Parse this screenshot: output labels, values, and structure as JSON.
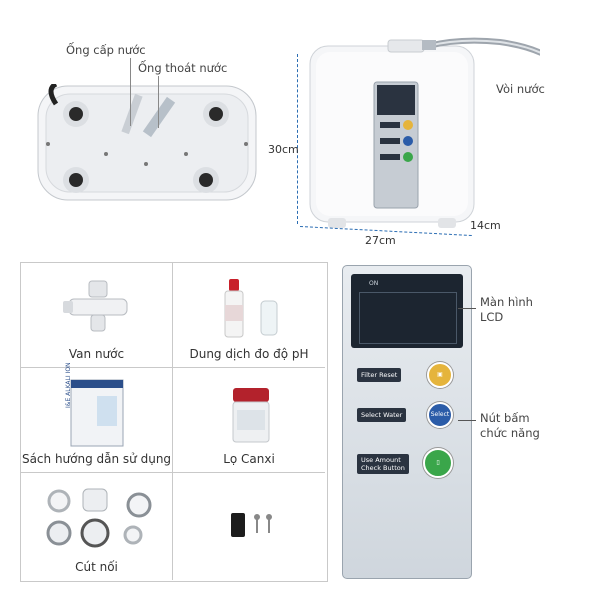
{
  "top_labels": {
    "inlet_pipe": "Ống cấp nước",
    "outlet_pipe": "Ống thoát nước",
    "faucet": "Vòi nước",
    "height": "30cm",
    "width": "27cm",
    "depth": "14cm"
  },
  "accessories": [
    {
      "name": "Van nước"
    },
    {
      "name": "Dung dịch đo độ pH"
    },
    {
      "name": "Sách hướng dẫn sử dụng"
    },
    {
      "name": "Lọ Canxi"
    },
    {
      "name": "Cút nối"
    }
  ],
  "panel": {
    "lcd_label": "Màn hình\nLCD",
    "buttons_label": "Nút bấm\nchức năng",
    "on_text": "ON",
    "filter_reset": "Filter Reset",
    "select_water": "Select Water",
    "select": "Select",
    "use_amount": "Use Amount\nCheck Button",
    "booklet_text": "I&E ALKALI ION"
  }
}
